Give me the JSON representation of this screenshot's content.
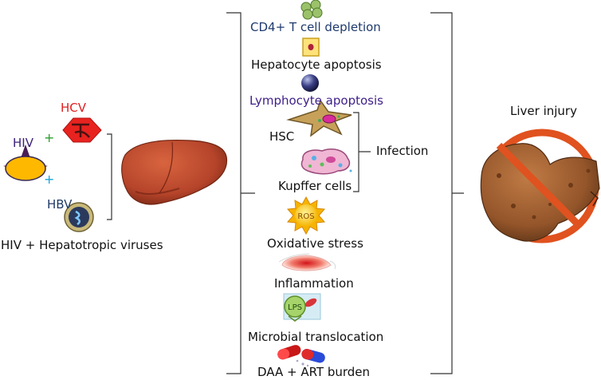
{
  "colors": {
    "hiv": "#3b1f7a",
    "hcv": "#e02020",
    "hbv": "#1f3a66",
    "plus_green": "#2e9e2e",
    "plus_cyan": "#1aa3d8",
    "cd4": "#1f3a6e",
    "lymphocyte": "#3d1e8a",
    "text": "#111111",
    "bracket": "#333333",
    "liver": "#b54a2a",
    "ring": "#e0521f"
  },
  "left": {
    "hiv_label": "HIV",
    "hcv_label": "HCV",
    "hbv_label": "HBV",
    "plus_1": "+",
    "plus_2": "+",
    "caption": "HIV + Hepatotropic viruses"
  },
  "mechanisms": {
    "cd4": "CD4+ T cell depletion",
    "hepatocyte": "Hepatocyte apoptosis",
    "lymphocyte": "Lymphocyte apoptosis",
    "hsc": "HSC",
    "kupffer": "Kupffer cells",
    "infection": "Infection",
    "ros_icon_text": "ROS",
    "oxidative": "Oxidative stress",
    "inflammation": "Inflammation",
    "lps_icon_text": "LPS",
    "microbial": "Microbial translocation",
    "daa": "DAA + ART burden"
  },
  "right": {
    "outcome": "Liver injury"
  },
  "icons": [
    "hiv-virus-icon",
    "hcv-virus-icon",
    "hbv-virus-icon",
    "liver-icon",
    "cd4-cells-icon",
    "hepatocyte-icon",
    "lymphocyte-icon",
    "hsc-cell-icon",
    "kupffer-cell-icon",
    "ros-sun-icon",
    "inflammation-icon",
    "lps-bacteria-icon",
    "pills-icon",
    "damaged-liver-icon"
  ]
}
